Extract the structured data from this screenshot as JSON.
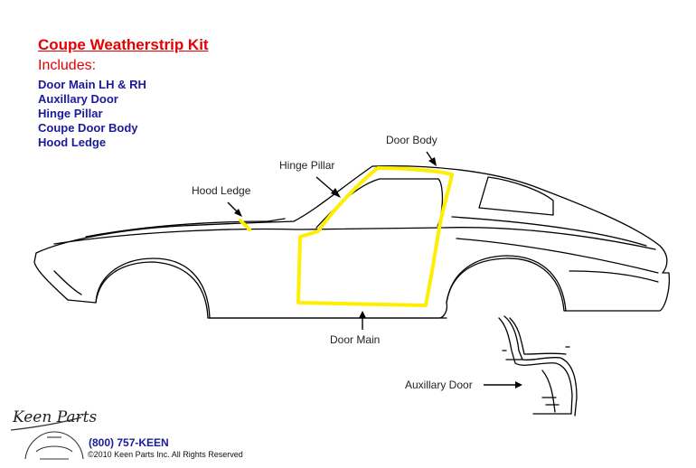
{
  "kit": {
    "title": "Coupe Weatherstrip Kit",
    "includes_label": "Includes:",
    "items": [
      "Door Main LH & RH",
      "Auxillary Door",
      "Hinge Pillar",
      "Coupe Door Body",
      "Hood Ledge"
    ]
  },
  "callouts": {
    "door_body": "Door Body",
    "hinge_pillar": "Hinge Pillar",
    "hood_ledge": "Hood Ledge",
    "door_main": "Door Main",
    "auxillary_door": "Auxillary Door"
  },
  "footer": {
    "logo_text": "Keen Parts",
    "phone": "(800) 757-KEEN",
    "copyright": "©2010 Keen Parts Inc. All Rights Reserved"
  },
  "colors": {
    "title": "#e60000",
    "items": "#1a1a9a",
    "weatherstrip_highlight": "#ffee00",
    "outline": "#000000"
  }
}
